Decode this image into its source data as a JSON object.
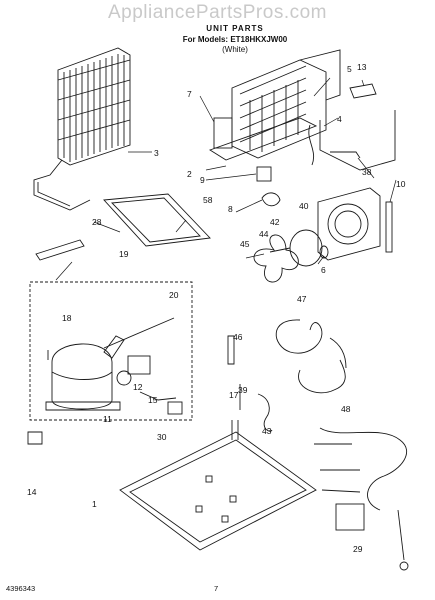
{
  "watermark": "AppliancePartsPros.com",
  "header": {
    "title": "UNIT PARTS",
    "models_line": "For Models: ET18HKXJW00",
    "color_line": "(White)"
  },
  "callouts": [
    "1",
    "2",
    "3",
    "4",
    "5",
    "6",
    "7",
    "8",
    "9",
    "10",
    "11",
    "12",
    "13",
    "14",
    "15",
    "17",
    "18",
    "19",
    "20",
    "28",
    "29",
    "30",
    "38",
    "39",
    "40",
    "42",
    "43",
    "44",
    "45",
    "46",
    "47",
    "48",
    "58"
  ],
  "footer": {
    "doc_number": "4396343",
    "page_number": "7"
  },
  "colors": {
    "ink": "#1a1a1a",
    "watermark": "#c9c9c9"
  }
}
